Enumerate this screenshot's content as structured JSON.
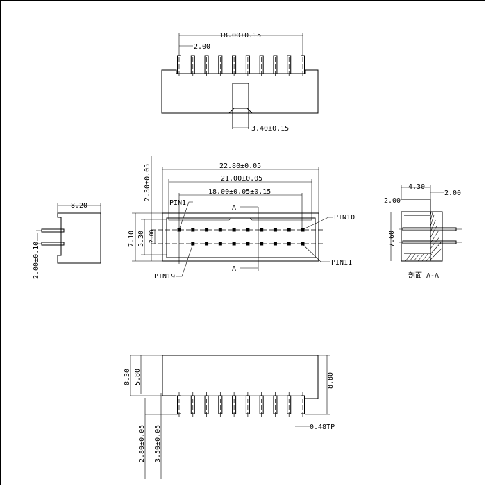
{
  "top_view": {
    "pitch_span": "18.00±0.15",
    "pitch": "2.00",
    "key_width": "3.40±0.15"
  },
  "front_view": {
    "overall_length": "22.80±0.05",
    "inner_length": "21.00±0.05",
    "pin_span": "18.00±0.05±0.15",
    "wall_offset": "2.30±0.05",
    "overall_width": "7.10",
    "inner_width": "5.30",
    "row_pitch": "2.00",
    "section_marker": "A",
    "pin_labels": [
      "PIN1",
      "PIN10",
      "PIN11",
      "PIN19"
    ]
  },
  "side_view": {
    "depth": "8.20",
    "row_pitch": "2.00±0.10"
  },
  "section_view": {
    "title": "剖面 A-A",
    "top_width": "4.30",
    "offset_a": "2.00",
    "offset_b": "2.00",
    "height": "7.60"
  },
  "bottom_view": {
    "body_height": "8.30",
    "inner_height": "5.80",
    "total_height": "8.80",
    "pin_tail_a": "2.80±0.05",
    "pin_tail_b": "3.50±0.05",
    "pin_width": "0.48TP"
  },
  "colors": {
    "line": "#000000",
    "background": "#ffffff"
  }
}
